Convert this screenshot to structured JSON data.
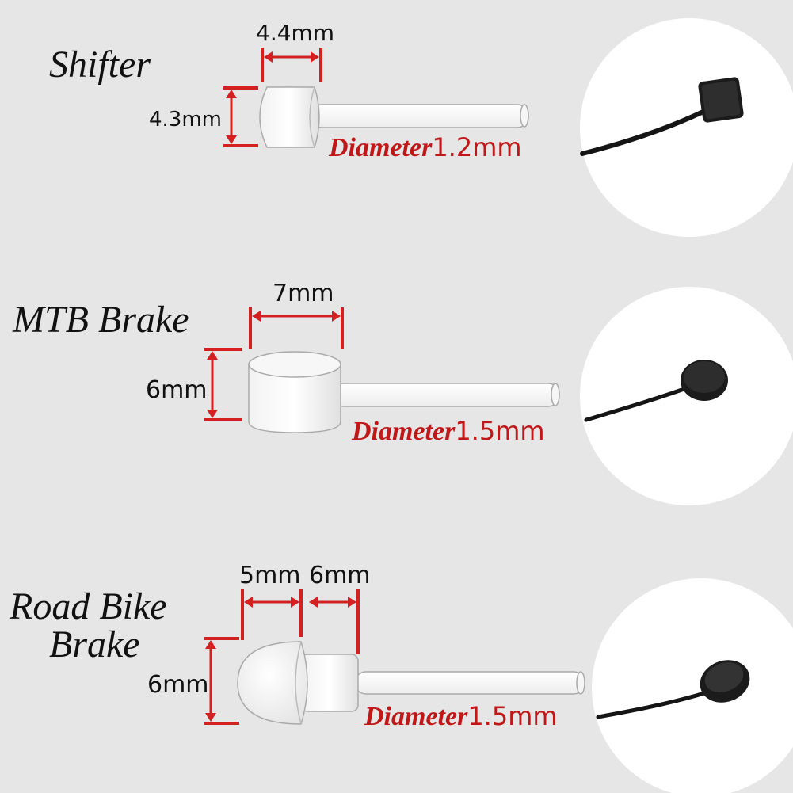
{
  "cables": [
    {
      "title": "Shifter",
      "dims": [
        "4.4mm",
        "4.3mm"
      ],
      "diameter_label": "Diameter",
      "diameter_value": "1.2mm"
    },
    {
      "title": "MTB Brake",
      "dims": [
        "7mm",
        "6mm"
      ],
      "diameter_label": "Diameter",
      "diameter_value": "1.5mm"
    },
    {
      "title_lines": [
        "Road Bike",
        "Brake"
      ],
      "dims": [
        "5mm",
        "6mm",
        "6mm"
      ],
      "diameter_label": "Diameter",
      "diameter_value": "1.5mm"
    }
  ],
  "colors": {
    "background": "#e6e6e6",
    "dimension_marker": "#d32020",
    "diameter_text": "#c01818",
    "photo_circle": "#ffffff",
    "cable": "#151515"
  }
}
